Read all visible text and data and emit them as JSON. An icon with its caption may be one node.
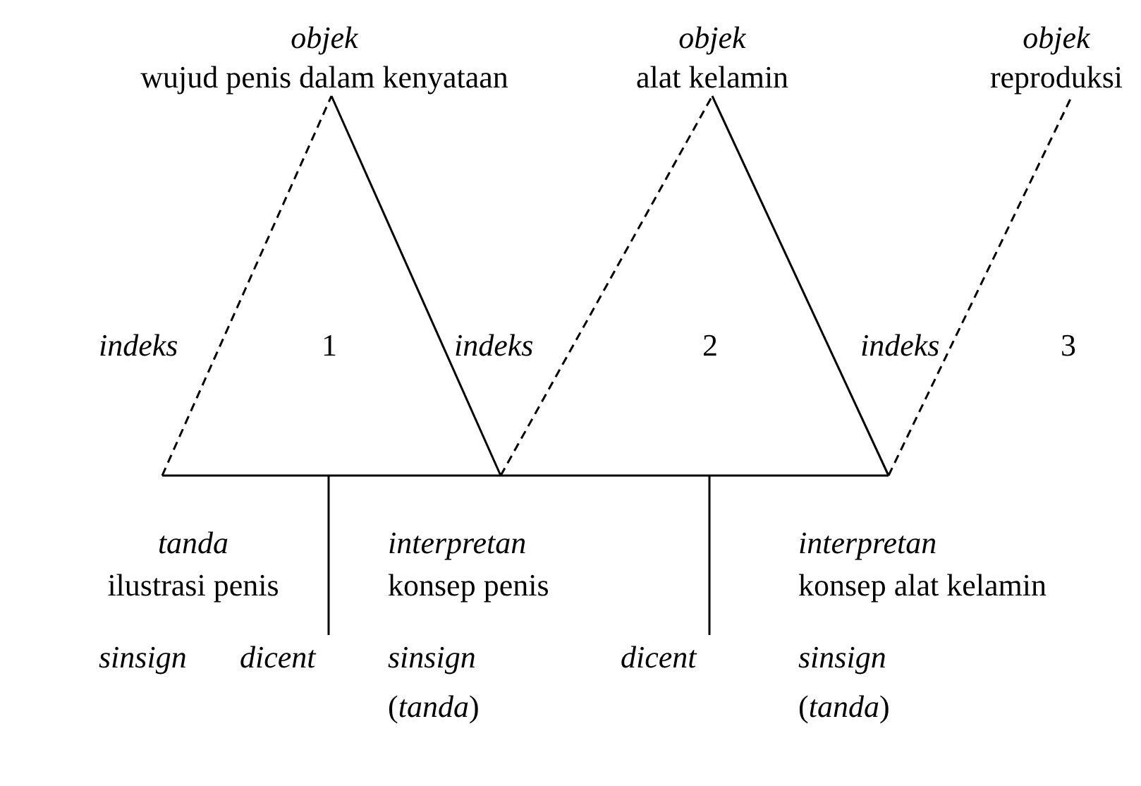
{
  "diagram": {
    "nodes": [
      {
        "text": [
          "objek",
          "wujud penis dalam kenyataan"
        ]
      },
      {
        "text": [
          "objek",
          "alat kelamin"
        ]
      },
      {
        "text": [
          "objek",
          "reproduksi"
        ]
      },
      {
        "text": [
          "tanda",
          "ilustrasi penis"
        ]
      },
      {
        "text": [
          "interpretan",
          "konsep penis"
        ]
      },
      {
        "text": [
          "interpretan",
          "konsep alat kelamin"
        ]
      }
    ],
    "edges": [
      {
        "from": 3,
        "to": 0,
        "arrow": "none",
        "style": "dashed"
      },
      {
        "from": 0,
        "to": 4,
        "arrow": "none"
      },
      {
        "from": 3,
        "to": 4,
        "arrow": "none"
      },
      {
        "from": 4,
        "to": 1,
        "arrow": "none",
        "style": "dashed"
      },
      {
        "from": 1,
        "to": 5,
        "arrow": "none"
      },
      {
        "from": 4,
        "to": 5,
        "arrow": "none"
      },
      {
        "from": 5,
        "to": 2,
        "arrow": "none",
        "style": "dashed"
      }
    ],
    "labels": [
      "indeks",
      "1",
      "indeks",
      "2",
      "indeks",
      "3",
      "sinsign",
      "dicent",
      "sinsign",
      "(*tanda*)",
      "dicent",
      "sinsign",
      "(*tanda*)"
    ]
  }
}
